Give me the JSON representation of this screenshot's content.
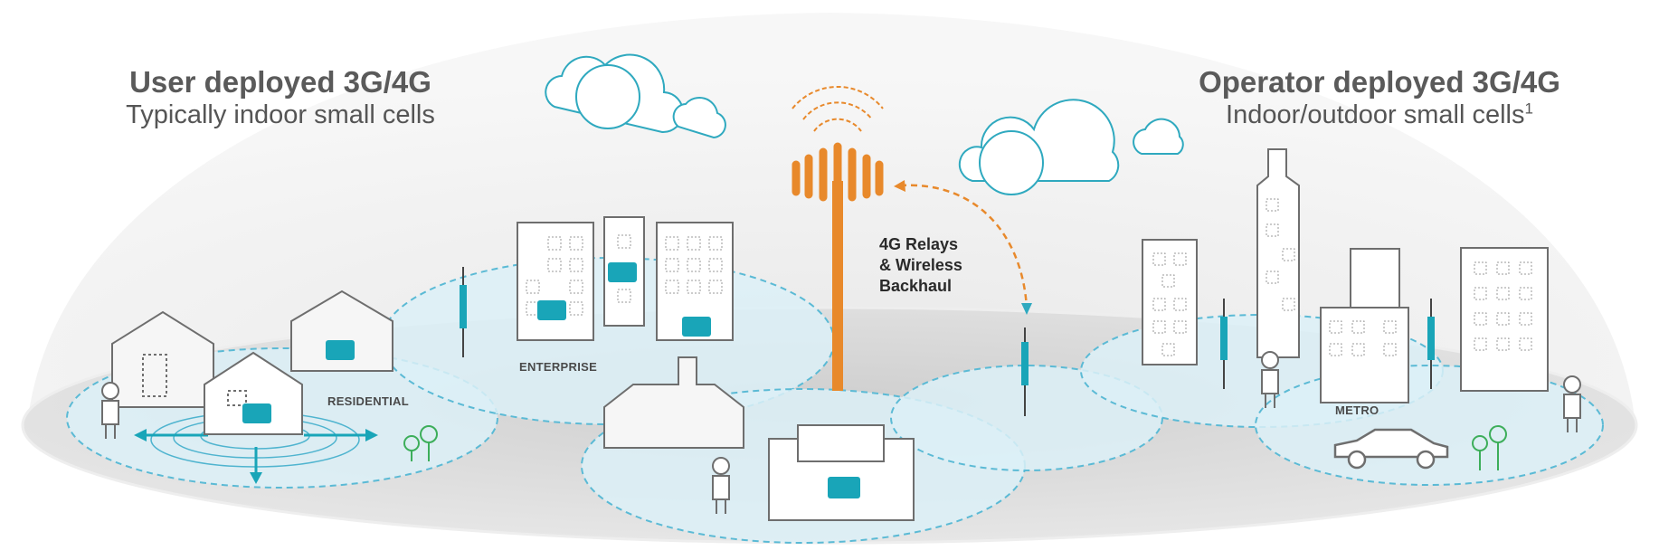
{
  "headings": {
    "left": {
      "title": "User deployed 3G/4G",
      "subtitle": "Typically indoor small cells"
    },
    "right": {
      "title": "Operator deployed 3G/4G",
      "subtitle": "Indoor/outdoor small cells",
      "footnote_mark": "1"
    }
  },
  "zones": {
    "residential": "RESIDENTIAL",
    "enterprise": "ENTERPRISE",
    "metro": "METRO"
  },
  "relay_label": [
    "4G Relays",
    "& Wireless",
    "Backhaul"
  ],
  "colors": {
    "accent_orange": "#E8892B",
    "small_cell_teal": "#19A5B8",
    "coverage_fill": "#DCEFF6",
    "coverage_stroke": "#5BBAD5",
    "cloud_stroke": "#2FA9BF",
    "building_stroke": "#707070",
    "dome_fill": "#F2F2F2",
    "ground_fill": "#D9D9D9",
    "flower_green": "#3DAE5A"
  },
  "icons": [
    "cloud-icon",
    "cell-tower-icon",
    "small-cell-icon",
    "house-icon",
    "office-building-icon",
    "skyscraper-icon",
    "person-icon",
    "car-icon",
    "flower-icon",
    "pole-antenna-icon"
  ]
}
